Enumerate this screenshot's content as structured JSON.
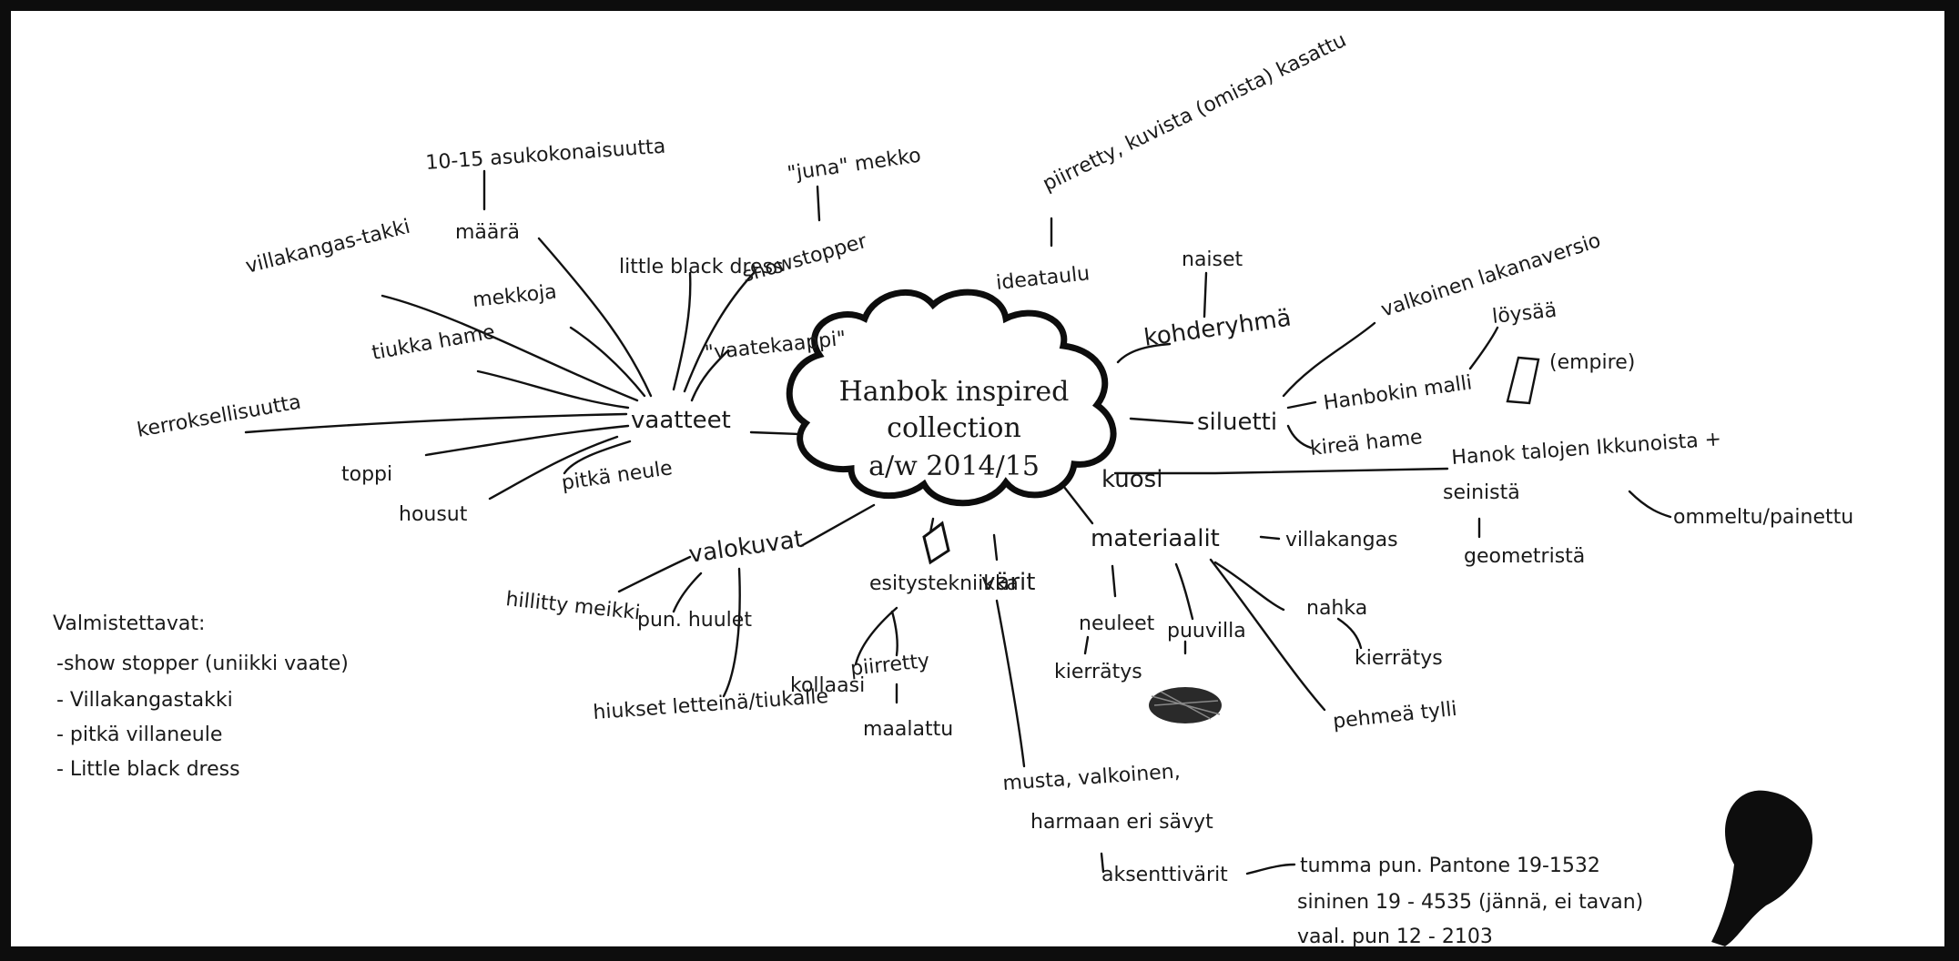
{
  "center": {
    "lines": [
      "Hanbok inspired",
      "collection",
      "a/w 2014/15"
    ]
  },
  "branches": {
    "vaatteet": {
      "label": "vaatteet",
      "maara": "määrä",
      "maara_detail": "10-15 asukokonaisuutta",
      "showstopper": "showstopper",
      "showstopper_detail": "\"juna\" mekko",
      "lbd": "little black dress",
      "vaatekaappi": "\"vaatekaappi\"",
      "mekkoja": "mekkoja",
      "villakangastakki": "villakangas-takki",
      "tiukka_hame": "tiukka hame",
      "kerroksellisuutta": "kerroksellisuutta",
      "toppi": "toppi",
      "housut": "housut",
      "pitka_neule": "pitkä neule"
    },
    "ideataulu": {
      "label": "ideataulu",
      "detail": "piirretty, kuvista (omista) kasattu"
    },
    "kohderyhma": {
      "label": "kohderyhmä",
      "detail": "naiset"
    },
    "siluetti": {
      "label": "siluetti",
      "valkoinen": "valkoinen lakanaversio",
      "hanbokin_malli": "Hanbokin malli",
      "loysaa": "löysää",
      "empire": "(empire)",
      "kirea_hame": "kireä hame"
    },
    "kuosi": {
      "label": "kuosi",
      "hanok": "Hanok talojen Ikkunoista +",
      "seinista": "seinistä",
      "ommeltu": "ommeltu/painettu",
      "geometrista": "geometristä"
    },
    "materiaalit": {
      "label": "materiaalit",
      "villakangas": "villakangas",
      "neuleet": "neuleet",
      "kierratys1": "kierrätys",
      "puuvilla": "puuvilla",
      "nahka": "nahka",
      "kierratys2": "kierrätys",
      "pehmea_tylli": "pehmeä tylli"
    },
    "varit": {
      "label": "värit",
      "main": "musta, valkoinen,",
      "main2": "harmaan eri sävyt",
      "aksentti": "aksenttivärit",
      "c1": "tumma pun. Pantone 19-1532",
      "c2": "sininen 19 - 4535 (jännä, ei tavan)",
      "c3": "vaal. pun  12 - 2103"
    },
    "esitys": {
      "label": "esitystekniikka",
      "kollaasi": "kollaasi",
      "piirretty": "piirretty",
      "maalattu": "maalattu"
    },
    "valokuvat": {
      "label": "valokuvat",
      "hillitty": "hillitty meikki",
      "pun_huulet": "pun. huulet",
      "hiukset": "hiukset letteinä/tiukalle"
    }
  },
  "valmistettavat": {
    "title": "Valmistettavat:",
    "items": [
      "-show stopper (uniikki vaate)",
      "- Villakangastakki",
      "- pitkä villaneule",
      "- Little black dress"
    ]
  }
}
